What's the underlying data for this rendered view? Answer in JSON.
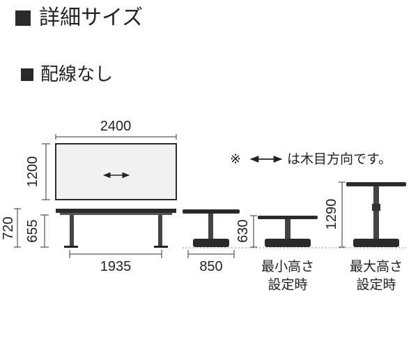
{
  "heading": {
    "title": "詳細サイズ",
    "subtitle": "配線なし"
  },
  "diagram": {
    "note_prefix": "※",
    "note_text": "は木目方向です。",
    "dims": {
      "width_top": "2400",
      "depth_top": "1200",
      "height_total": "720",
      "height_leg": "655",
      "leg_span": "1935",
      "round_dia": "850",
      "min_height": "630",
      "max_height": "1290"
    },
    "labels": {
      "min_line1": "最小高さ",
      "min_line2": "設定時",
      "max_line1": "最大高さ",
      "max_line2": "設定時"
    }
  }
}
